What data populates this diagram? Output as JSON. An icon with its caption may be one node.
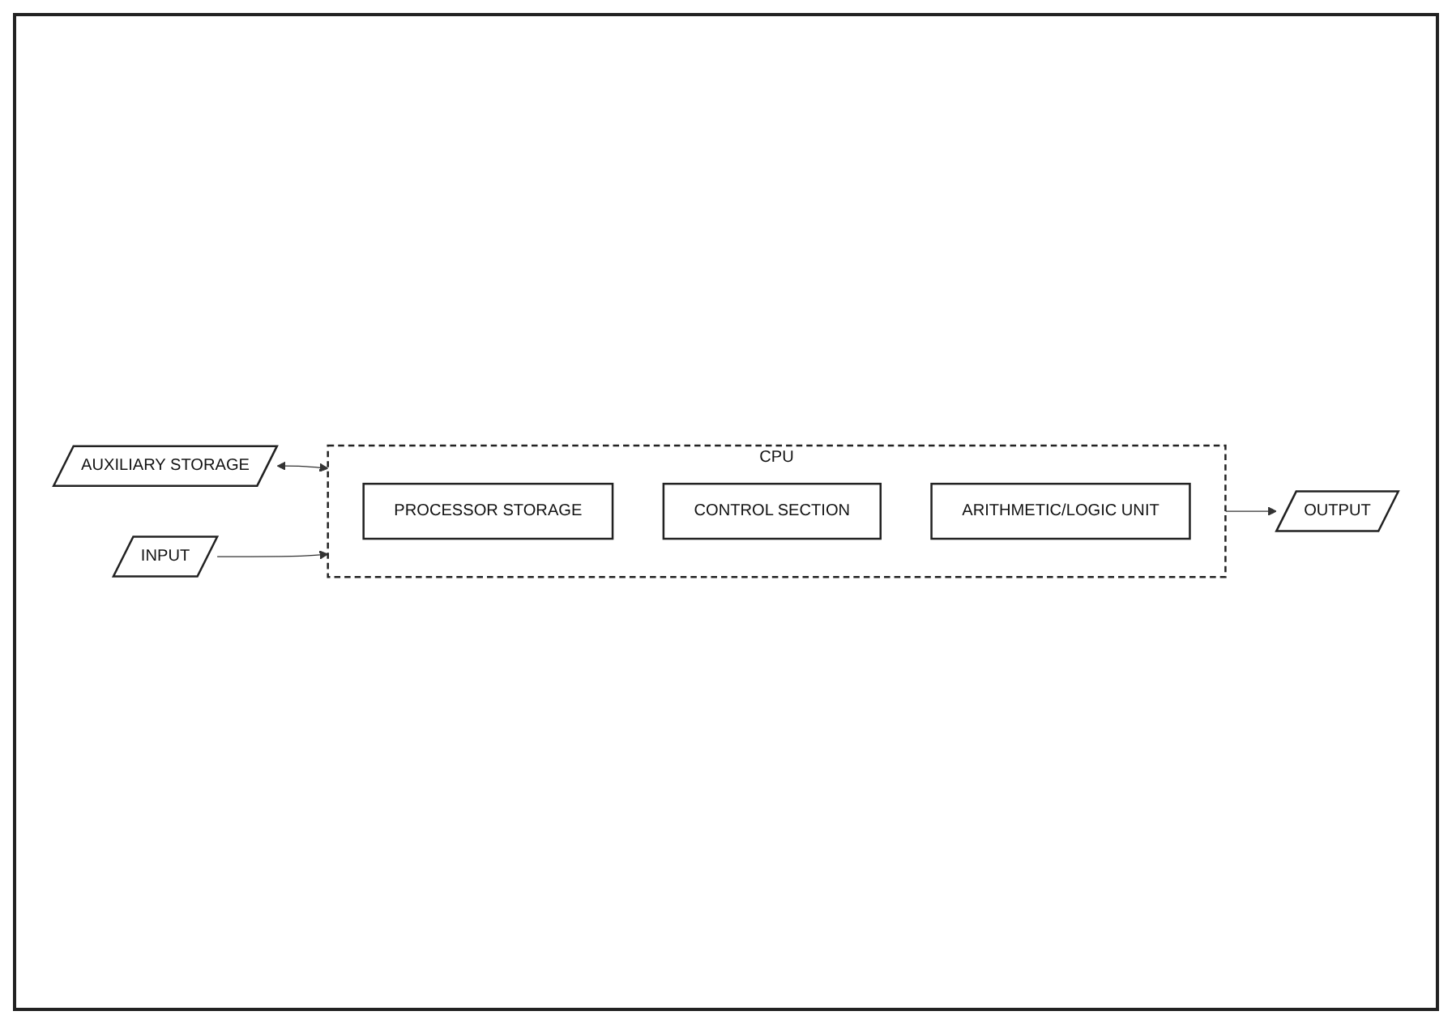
{
  "diagram": {
    "nodes": [
      {
        "text": [
          "AUXILIARY STORAGE"
        ]
      },
      {
        "text": [
          "INPUT"
        ]
      },
      {
        "text": [
          "CPU"
        ]
      },
      {
        "text": [
          "PROCESSOR STORAGE"
        ],
        "in": 2
      },
      {
        "text": [
          "CONTROL SECTION"
        ],
        "in": 2
      },
      {
        "text": [
          "ARITHMETIC/LOGIC UNIT"
        ],
        "in": 2
      },
      {
        "text": [
          "OUTPUT"
        ]
      }
    ],
    "edges": [
      {
        "from": 0,
        "to": 2,
        "arrow": "both"
      },
      {
        "from": 1,
        "to": 2,
        "arrow": "to"
      },
      {
        "from": 2,
        "to": 6,
        "arrow": "to"
      }
    ]
  }
}
